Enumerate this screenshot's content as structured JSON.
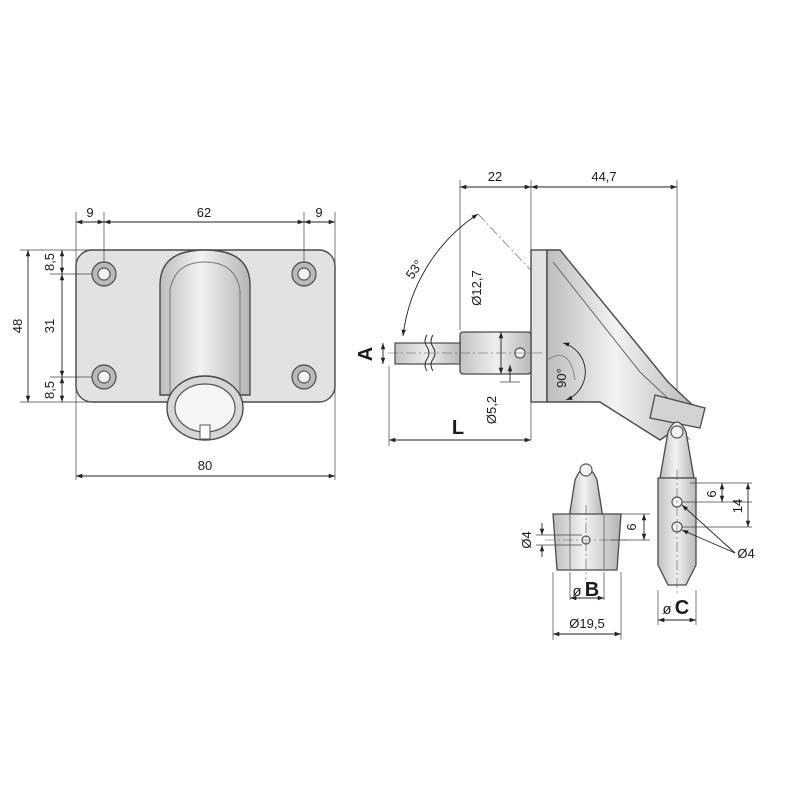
{
  "front_view": {
    "dim_left_offset": "9",
    "dim_hole_spacing": "62",
    "dim_right_offset": "9",
    "dim_total_height": "48",
    "dim_top_offset": "8,5",
    "dim_vertical_spacing": "31",
    "dim_bottom_offset": "8,5",
    "dim_total_width": "80"
  },
  "side_view": {
    "dim_horizontal_22": "22",
    "dim_horizontal_447": "44,7",
    "angle_53": "53°",
    "dia_127": "Ø12,7",
    "label_A": "A",
    "angle_90": "90°",
    "dia_52": "Ø5,2",
    "label_L": "L"
  },
  "detail_b": {
    "dia_4": "Ø4",
    "dim_6": "6",
    "label_phi": "ø",
    "label_B": "B",
    "dia_195": "Ø19,5"
  },
  "detail_c": {
    "dim_6": "6",
    "dim_14": "14",
    "dia_4": "Ø4",
    "label_phi": "ø",
    "label_C": "C"
  },
  "colors": {
    "part_fill": "#e2e2e2",
    "part_outline": "#4a4a4a",
    "dimension_line": "#222222"
  }
}
